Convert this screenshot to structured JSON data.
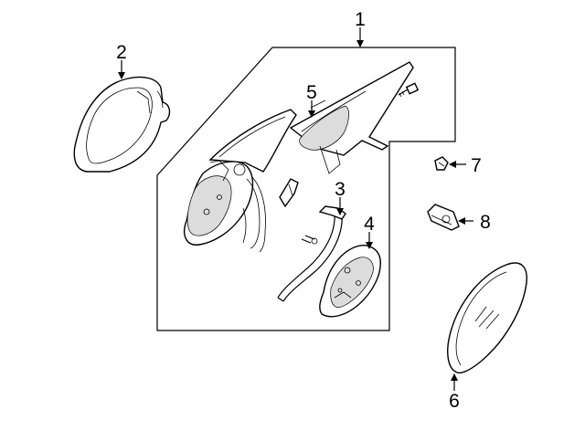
{
  "callouts": [
    "1",
    "2",
    "3",
    "4",
    "5",
    "6",
    "7",
    "8"
  ]
}
